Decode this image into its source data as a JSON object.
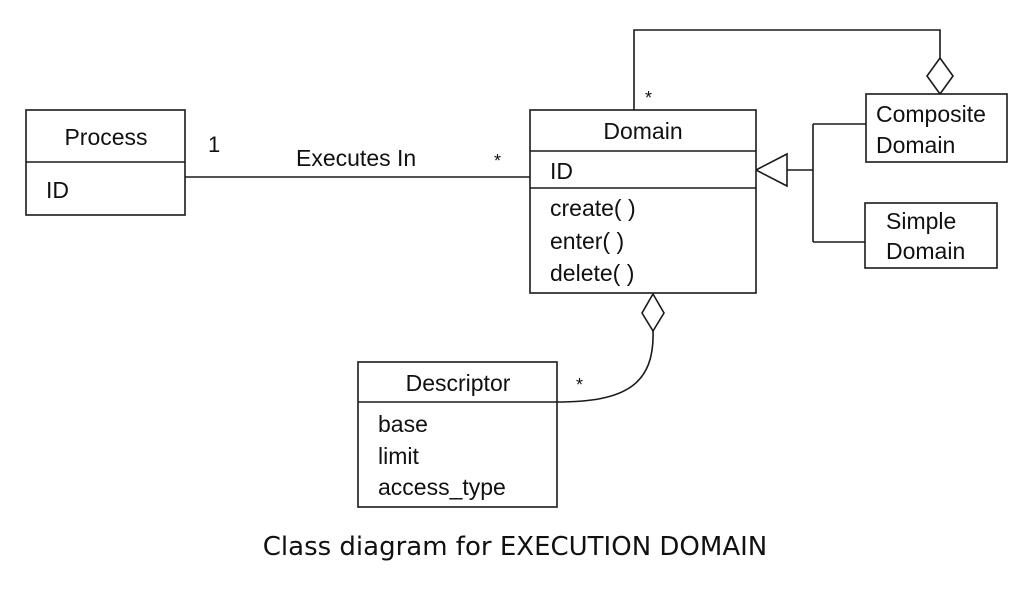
{
  "classes": {
    "process": {
      "name": "Process",
      "attributes": [
        "ID"
      ]
    },
    "domain": {
      "name": "Domain",
      "attributes": [
        "ID"
      ],
      "operations": [
        "create( )",
        "enter( )",
        "delete( )"
      ]
    },
    "composite_domain": {
      "name_lines": [
        "Composite",
        "Domain"
      ]
    },
    "simple_domain": {
      "name_lines": [
        "Simple",
        "Domain"
      ]
    },
    "descriptor": {
      "name": "Descriptor",
      "attributes": [
        "base",
        "limit",
        "access_type"
      ]
    }
  },
  "associations": {
    "executes_in": {
      "label": "Executes In",
      "mult_process": "1",
      "mult_domain": "*"
    },
    "composite_aggregation": {
      "mult": "*"
    },
    "descriptor_aggregation": {
      "mult": "*"
    }
  },
  "caption": "Class diagram for EXECUTION DOMAIN"
}
